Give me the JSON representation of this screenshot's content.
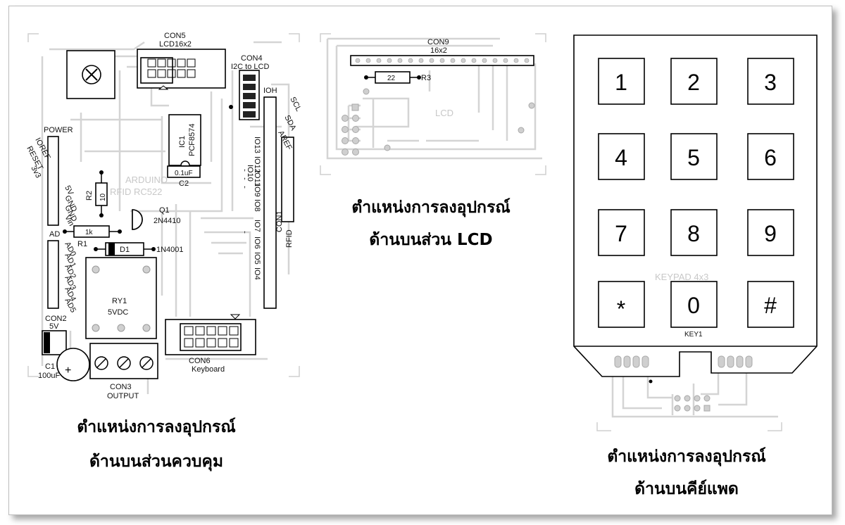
{
  "captions": {
    "control_line1": "ตำแหน่งการลงอุปกรณ์",
    "control_line2": "ด้านบนส่วนควบคุม",
    "lcd_line1": "ตำแหน่งการลงอุปกรณ์",
    "lcd_line2": "ด้านบนส่วน LCD",
    "keypad_line1": "ตำแหน่งการลงอุปกรณ์",
    "keypad_line2": "ด้านบนคีย์แพด"
  },
  "control_board": {
    "con5_name": "CON5",
    "con5_type": "LCD16x2",
    "con4_name": "CON4",
    "con4_type": "I2C  to  LCD",
    "ioh": "IOH",
    "power": "POWER",
    "ioref": "IOREF",
    "reset": "RESET",
    "v3": "3v3",
    "v5": "5V",
    "gnd1": "GND",
    "gnd2": "GND",
    "vin": "Vin",
    "aref": "AREF",
    "sda": "SDA",
    "scl": "SCL",
    "io13": "IO13",
    "io12": "IO12",
    "io11": "IO11",
    "io10": "IO10",
    "io9": "IO9",
    "io8": "IO8",
    "io7": "IO7",
    "io6": "IO6",
    "io5": "IO5",
    "io4": "IO4",
    "ic1_name": "IC1",
    "ic1_type": "PCF8574",
    "c2_value": "0.1uF",
    "c2_name": "C2",
    "r2_name": "R2",
    "r2_value": "10",
    "arduino": "ARDUINO",
    "rfid_rc522": "RFID RC522",
    "q1_name": "Q1",
    "q1_type": "2N4410",
    "r1_value": "1k",
    "r1_name": "R1",
    "d1_name": "D1",
    "d1_type": "1N4001",
    "ad": "AD",
    "ad0": "AD0",
    "ad1": "AD1",
    "ad2": "AD2",
    "ad3": "AD3",
    "ad4": "AD4",
    "ad5": "AD5",
    "ry1_name": "RY1",
    "ry1_type": "5VDC",
    "con1_name": "CON1",
    "con1_type": "RFID",
    "con2_name": "CON2",
    "con2_type": "5V",
    "c1_name": "C1",
    "c1_value": "100uF",
    "plus": "+",
    "con3_name": "CON3",
    "con3_type": "OUTPUT",
    "con6_name": "CON6",
    "con6_type": "Keyboard"
  },
  "lcd_board": {
    "con9_name": "CON9",
    "con9_type": "16x2",
    "r3_value": "22",
    "r3_name": "R3",
    "lcd_ghost": "LCD"
  },
  "keypad": {
    "keys": [
      "1",
      "2",
      "3",
      "4",
      "5",
      "6",
      "7",
      "8",
      "9",
      "*",
      "0",
      "#"
    ],
    "ghost": "KEYPAD 4x3",
    "key1": "KEY1"
  }
}
